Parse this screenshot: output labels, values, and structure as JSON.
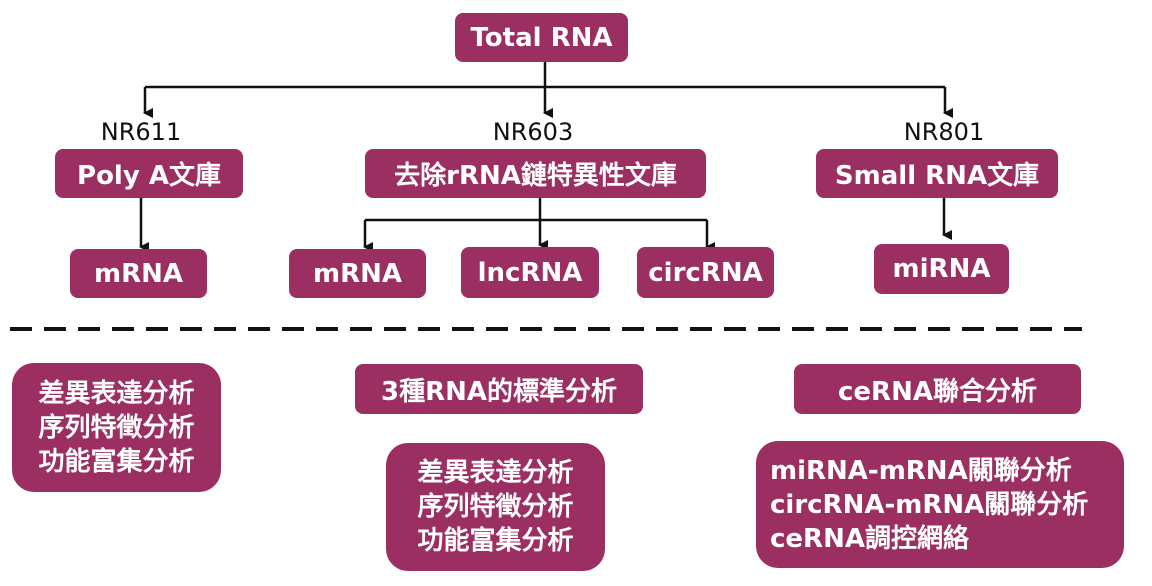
{
  "root": {
    "label": "Total RNA"
  },
  "libraries": [
    {
      "code": "NR611",
      "label": "Poly A文庫",
      "outputs": [
        "mRNA"
      ]
    },
    {
      "code": "NR603",
      "label": "去除rRNA鏈特異性文庫",
      "outputs": [
        "mRNA",
        "lncRNA",
        "circRNA"
      ]
    },
    {
      "code": "NR801",
      "label": "Small RNA文庫",
      "outputs": [
        "miRNA"
      ]
    }
  ],
  "analyses": {
    "left": {
      "lines": [
        "差異表達分析",
        "序列特徵分析",
        "功能富集分析"
      ]
    },
    "middle": {
      "title": "3種RNA的標準分析",
      "lines": [
        "差異表達分析",
        "序列特徵分析",
        "功能富集分析"
      ]
    },
    "right": {
      "title": "ceRNA聯合分析",
      "lines": [
        "miRNA-mRNA關聯分析",
        "circRNA-mRNA關聯分析",
        "ceRNA調控網絡"
      ]
    }
  },
  "colors": {
    "box": "#9b2f62",
    "text": "#ffffff",
    "line": "#111111"
  }
}
